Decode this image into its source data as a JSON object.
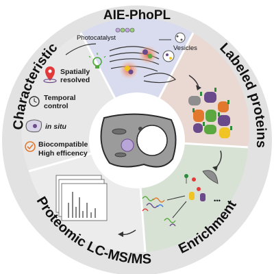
{
  "title": "AIE-PhoPL",
  "sections": {
    "top_labels": {
      "photocatalyst": "Photocatalyst",
      "vesicles": "Vesicles"
    },
    "labeled_proteins": "Labeled proteins",
    "enrichment": "Enrichment",
    "proteomic": "Proteomic LC-MS/MS",
    "characteristic": "Characteristic"
  },
  "characteristics": [
    {
      "line1": "Spatially",
      "line2": "resolved",
      "icon": "location-pin-icon"
    },
    {
      "line1": "Temporal",
      "line2": "control",
      "icon": "clock-icon"
    },
    {
      "line1": "in situ",
      "line2": "",
      "icon": "cell-icon"
    },
    {
      "line1": "Biocompatible",
      "line2": "High efficency",
      "icon": "checkmark-icon"
    }
  ],
  "colors": {
    "outer_ring": "#e2e2e2",
    "top_sector": "#d9dcee",
    "right_sector": "#ead9d2",
    "bottom_right_sector": "#d7e2d5",
    "bottom_left_sector": "#ececec",
    "left_sector": "#e8e8e8",
    "center": "#ffffff",
    "protein_purple": "#6a4a8a",
    "protein_orange": "#e2772e",
    "protein_yellow": "#f0c424",
    "protein_green": "#5aa83f",
    "protein_grey": "#8e8e8e",
    "tag_green": "#2f8a3c"
  }
}
